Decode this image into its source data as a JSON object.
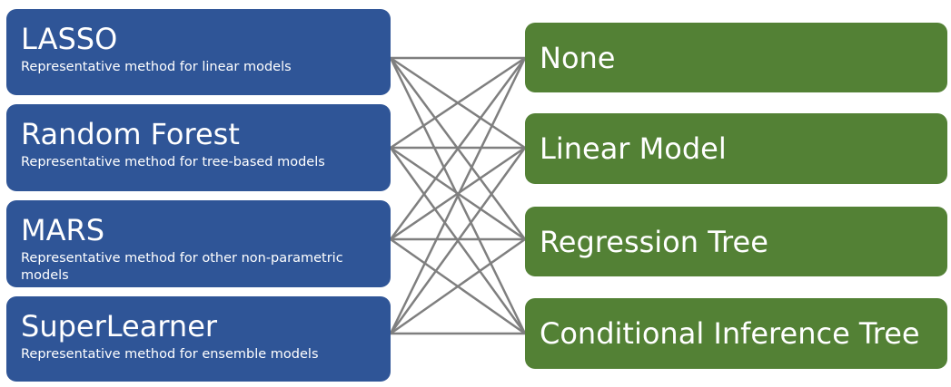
{
  "methods": [
    {
      "name": "LASSO",
      "description": "Representative method for linear models"
    },
    {
      "name": "Random Forest",
      "description": "Representative method for tree-based models"
    },
    {
      "name": "MARS",
      "description": "Representative method for other non-parametric models"
    },
    {
      "name": "SuperLearner",
      "description": "Representative method for ensemble models"
    }
  ],
  "adjustments": [
    {
      "name": "None"
    },
    {
      "name": "Linear Model"
    },
    {
      "name": "Regression Tree"
    },
    {
      "name": "Conditional Inference Tree"
    }
  ],
  "colors": {
    "method_box": "#2f5597",
    "adjustment_box": "#538135",
    "connector": "#7f7f7f"
  }
}
